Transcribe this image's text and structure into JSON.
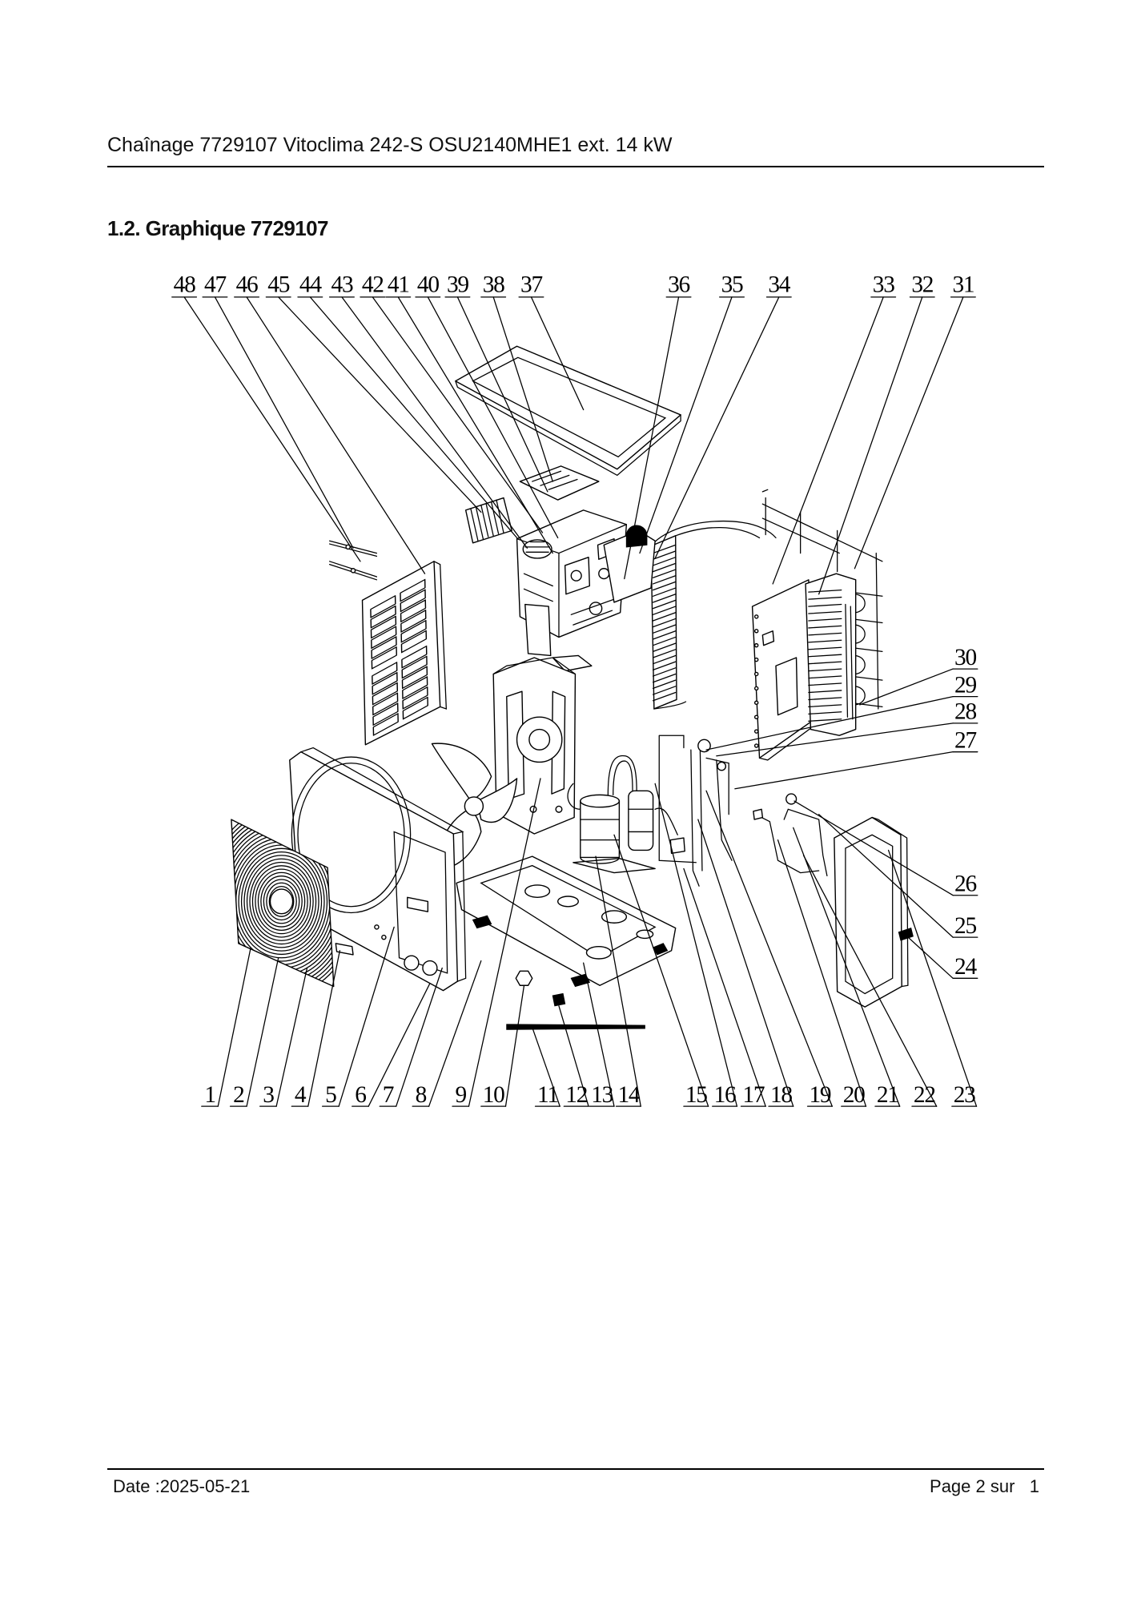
{
  "header": {
    "title": "Chaînage 7729107 Vitoclima 242-S OSU2140MHE1 ext. 14 kW"
  },
  "section": {
    "title": "1.2. Graphique 7729107"
  },
  "diagram": {
    "callouts_top": [
      "48",
      "47",
      "46",
      "45",
      "44",
      "43",
      "42",
      "41",
      "40",
      "39",
      "38",
      "37",
      "36",
      "35",
      "34",
      "33",
      "32",
      "31"
    ],
    "callouts_right": [
      "30",
      "29",
      "28",
      "27",
      "26",
      "25",
      "24"
    ],
    "callouts_bottom": [
      "1",
      "2",
      "3",
      "4",
      "5",
      "6",
      "7",
      "8",
      "9",
      "10",
      "11",
      "12",
      "13",
      "14",
      "15",
      "16",
      "17",
      "18",
      "19",
      "20",
      "21",
      "22",
      "23"
    ]
  },
  "footer": {
    "date": "Date :2025-05-21",
    "page": "Page 2 sur   1"
  },
  "colors": {
    "ink": "#000000",
    "background": "#ffffff"
  }
}
